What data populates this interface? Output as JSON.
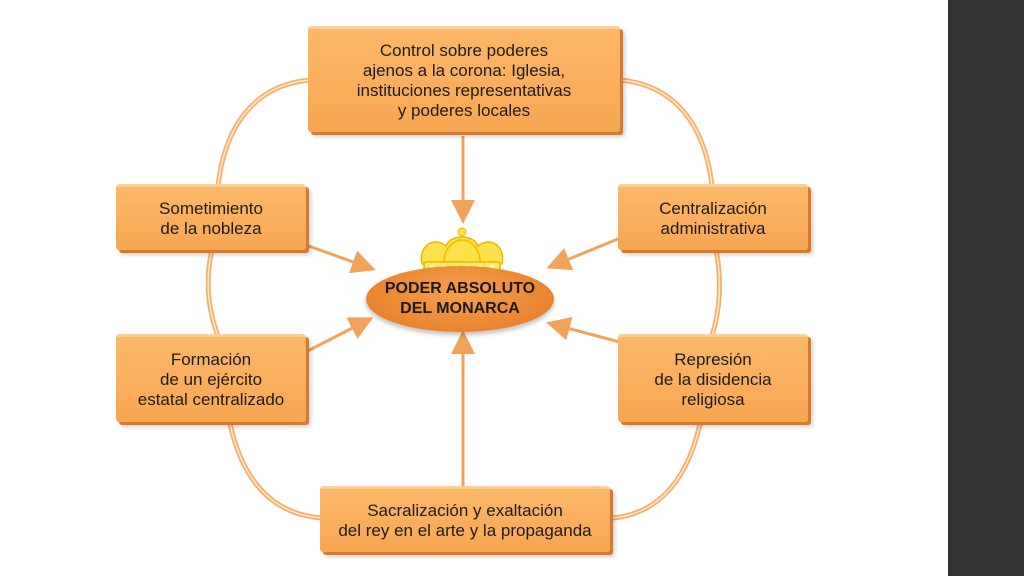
{
  "diagram": {
    "center": {
      "label": "PODER ABSOLUTO\nDEL MONARCA"
    },
    "nodes": {
      "top": "Control sobre poderes\najenos a la corona: Iglesia,\ninstituciones representativas\ny poderes locales",
      "upper_left": "Sometimiento\nde la nobleza",
      "upper_right": "Centralización\nadministrativa",
      "lower_left": "Formación\nde un ejército\nestatal centralizado",
      "lower_right": "Represión\nde la disidencia\nreligiosa",
      "bottom": "Sacralización y exaltación\ndel rey en el arte y la propaganda"
    },
    "colors": {
      "box_fill": "#f8a652",
      "box_shadow": "#d9792e",
      "center_fill": "#ea8330",
      "arrow": "#f2a35a",
      "crown_gold": "#ffe24a",
      "side_panel": "#333333"
    },
    "icons": {
      "center_symbol": "crown-icon"
    }
  }
}
